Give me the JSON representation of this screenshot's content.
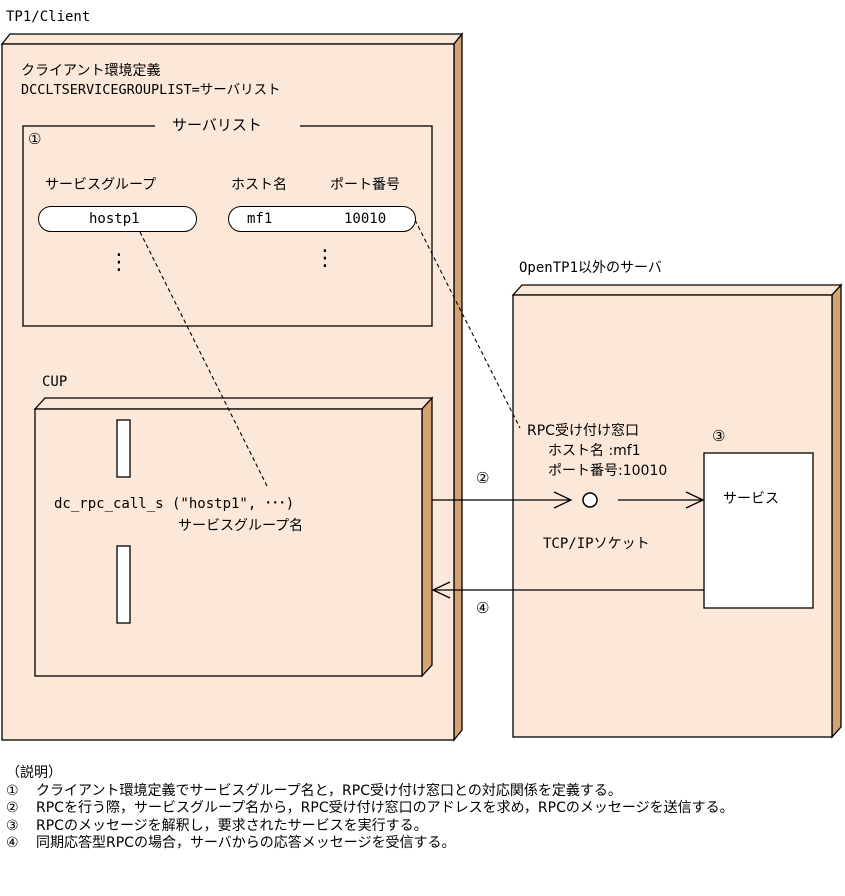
{
  "client": {
    "title": "TP1/Client",
    "env_title": "クライアント環境定義",
    "env_param": "DCCLTSERVICEGROUPLIST=サーバリスト",
    "server_list": {
      "title": "サーバリスト",
      "marker": "①",
      "col_service_group": "サービスグループ",
      "col_host": "ホスト名",
      "col_port": "ポート番号",
      "service_group_value": "hostp1",
      "host_value": "mf1",
      "port_value": "10010",
      "ellipsis": "⋮"
    },
    "cup": {
      "title": "CUP",
      "call": "dc_rpc_call_s (\"hostp1\", ･･･)",
      "call_note": "サービスグループ名"
    }
  },
  "server": {
    "title": "OpenTP1以外のサーバ",
    "window_title": "RPC受け付け窓口",
    "host_line": "ホスト名  :mf1",
    "port_line": "ポート番号:10010",
    "marker3": "③",
    "socket": "TCP/IPソケット",
    "service": "サービス"
  },
  "arrows": {
    "marker2": "②",
    "marker4": "④"
  },
  "notes": {
    "heading": "（説明）",
    "items": [
      {
        "num": "①",
        "text": "クライアント環境定義でサービスグループ名と，RPC受け付け窓口との対応関係を定義する。"
      },
      {
        "num": "②",
        "text": "RPCを行う際，サービスグループ名から，RPC受け付け窓口のアドレスを求め，RPCのメッセージを送信する。"
      },
      {
        "num": "③",
        "text": "RPCのメッセージを解釈し，要求されたサービスを実行する。"
      },
      {
        "num": "④",
        "text": "同期応答型RPCの場合，サーバからの応答メッセージを受信する。"
      }
    ]
  },
  "colors": {
    "box_face": "#fbe8d8",
    "box_side": "#d4a373",
    "line": "#000000"
  }
}
